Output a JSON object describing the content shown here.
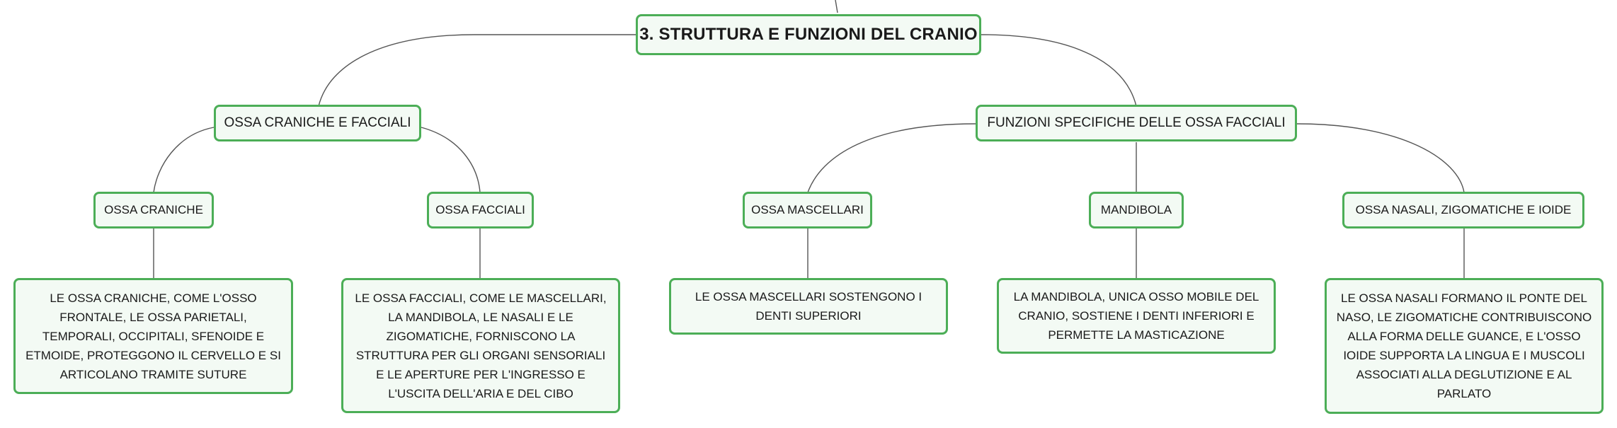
{
  "diagram": {
    "root": {
      "label": "3. STRUTTURA E FUNZIONI DEL CRANIO"
    },
    "branches": [
      {
        "label": "OSSA CRANICHE E FACCIALI",
        "children": [
          {
            "label": "OSSA CRANICHE",
            "detail": "LE OSSA CRANICHE, COME L'OSSO FRONTALE, LE OSSA PARIETALI, TEMPORALI, OCCIPITALI, SFENOIDE E ETMOIDE, PROTEGGONO IL CERVELLO E SI ARTICOLANO TRAMITE SUTURE"
          },
          {
            "label": "OSSA FACCIALI",
            "detail": "LE OSSA FACCIALI, COME LE MASCELLARI, LA MANDIBOLA, LE NASALI E LE ZIGOMATICHE, FORNISCONO LA STRUTTURA PER GLI ORGANI SENSORIALI E LE APERTURE PER L'INGRESSO E L'USCITA DELL'ARIA E DEL CIBO"
          }
        ]
      },
      {
        "label": "FUNZIONI SPECIFICHE DELLE OSSA FACCIALI",
        "children": [
          {
            "label": "OSSA MASCELLARI",
            "detail": "LE OSSA MASCELLARI SOSTENGONO I DENTI SUPERIORI"
          },
          {
            "label": "MANDIBOLA",
            "detail": "LA MANDIBOLA, UNICA OSSO MOBILE DEL CRANIO, SOSTIENE I DENTI INFERIORI E PERMETTE LA MASTICAZIONE"
          },
          {
            "label": "OSSA NASALI, ZIGOMATICHE E IOIDE",
            "detail": "LE OSSA NASALI FORMANO IL PONTE DEL NASO, LE ZIGOMATICHE CONTRIBUISCONO ALLA FORMA DELLE GUANCE, E L'OSSO IOIDE SUPPORTA LA LINGUA E I MUSCOLI ASSOCIATI ALLA DEGLUTIZIONE E AL PARLATO"
          }
        ]
      }
    ]
  },
  "colors": {
    "node_border": "#4cae57",
    "node_fill": "#f3faf4",
    "connector": "#555555"
  }
}
